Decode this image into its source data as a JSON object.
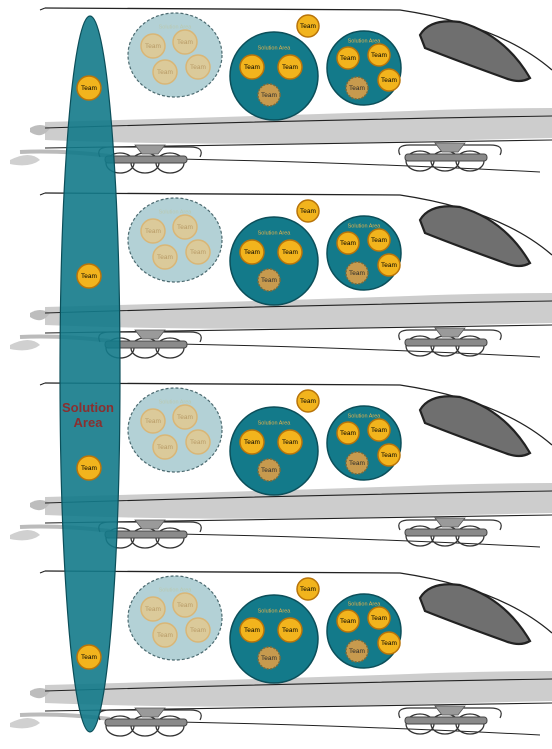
{
  "labels": {
    "team": "Team",
    "solution_area": "Solution Area",
    "solution_area_big": "Solution Area"
  },
  "colors": {
    "teal": "#137a8a",
    "teal_dark": "#0c4f5a",
    "team_fill": "#f2b41d",
    "team_stroke": "#b8740a",
    "inactive_team": "#c79a4e",
    "faded_cluster": "#a6c9cf",
    "train_gray": "#c8c8c8",
    "nose_gray": "#6f6f6f",
    "sa_text": "#8a2f2f"
  },
  "diagram": {
    "train_count": 4,
    "clusters_per_train": [
      "faded",
      "solution-area",
      "solution-area"
    ],
    "loose_team_per_train": true
  }
}
